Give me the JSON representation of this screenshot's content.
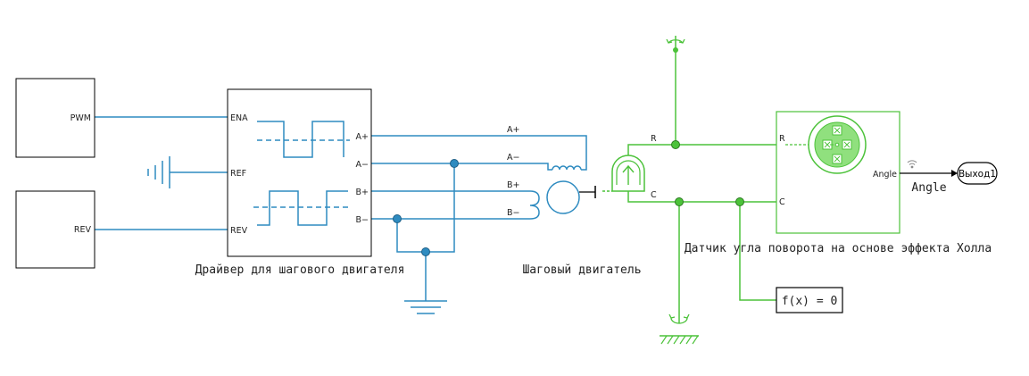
{
  "colors": {
    "electrical": "#2E8BC0",
    "mechanical": "#4CC23A",
    "hall_disc": "#90E07E",
    "block_border": "#000000",
    "signal": "#000000",
    "ground": "#2E8BC0"
  },
  "blocks": {
    "pwm_source": {
      "port": "PWM"
    },
    "rev_source": {
      "port": "REV"
    },
    "driver": {
      "caption": "Драйвер для шагового двигателя",
      "ports": {
        "ena": "ENA",
        "ref": "REF",
        "rev": "REV",
        "a_plus": "A+",
        "a_minus": "A−",
        "b_plus": "B+",
        "b_minus": "B−"
      }
    },
    "motor": {
      "caption": "Шаговый двигатель",
      "ports": {
        "a_plus": "A+",
        "a_minus": "A−",
        "b_plus": "B+",
        "b_minus": "B−"
      }
    },
    "sensor_conn": {
      "r": "R",
      "c": "C"
    },
    "hall_sensor": {
      "caption": "Датчик угла поворота на основе эффекта Холла",
      "ports": {
        "r": "R",
        "c": "C",
        "angle": "Angle"
      }
    },
    "output": {
      "label": "Выход1",
      "signal_label": "Angle"
    },
    "solver": {
      "label": "f(x) = 0"
    }
  },
  "icons": {
    "rotational_reference_top": "rotation-arrow-icon",
    "rotational_reference_bottom": "mechanical-ground-icon",
    "electrical_ground": "electrical-ground-icon",
    "electrical_reference": "electrical-reference-icon",
    "motion_sensor": "motion-sensor-icon",
    "wireless": "wireless-icon"
  }
}
